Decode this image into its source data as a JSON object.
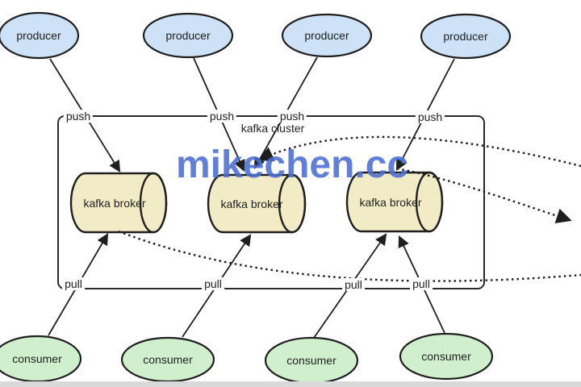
{
  "watermark": {
    "text": "mikechen.cc",
    "color": "#4b6fd3"
  },
  "cluster": {
    "label": "kafka cluster"
  },
  "nodes": {
    "producers": [
      {
        "label": "producer"
      },
      {
        "label": "producer"
      },
      {
        "label": "producer"
      },
      {
        "label": "producer"
      }
    ],
    "brokers": [
      {
        "label": "kafka broker"
      },
      {
        "label": "kafka broker"
      },
      {
        "label": "kafka broker"
      }
    ],
    "consumers": [
      {
        "label": "consumer"
      },
      {
        "label": "consumer"
      },
      {
        "label": "consumer"
      },
      {
        "label": "consumer"
      }
    ]
  },
  "edge_labels": {
    "push": [
      "push",
      "push",
      "push",
      "push"
    ],
    "pull": [
      "pull",
      "pull",
      "pull",
      "pull"
    ]
  },
  "colors": {
    "producer_fill": "#cde2f6",
    "consumer_fill": "#d0f0cd",
    "broker_fill": "#f2ecc6",
    "stroke": "#1f1f1f",
    "watermark_blue": "#4b6fd3",
    "bottom_strip": "#d9d9d9"
  }
}
